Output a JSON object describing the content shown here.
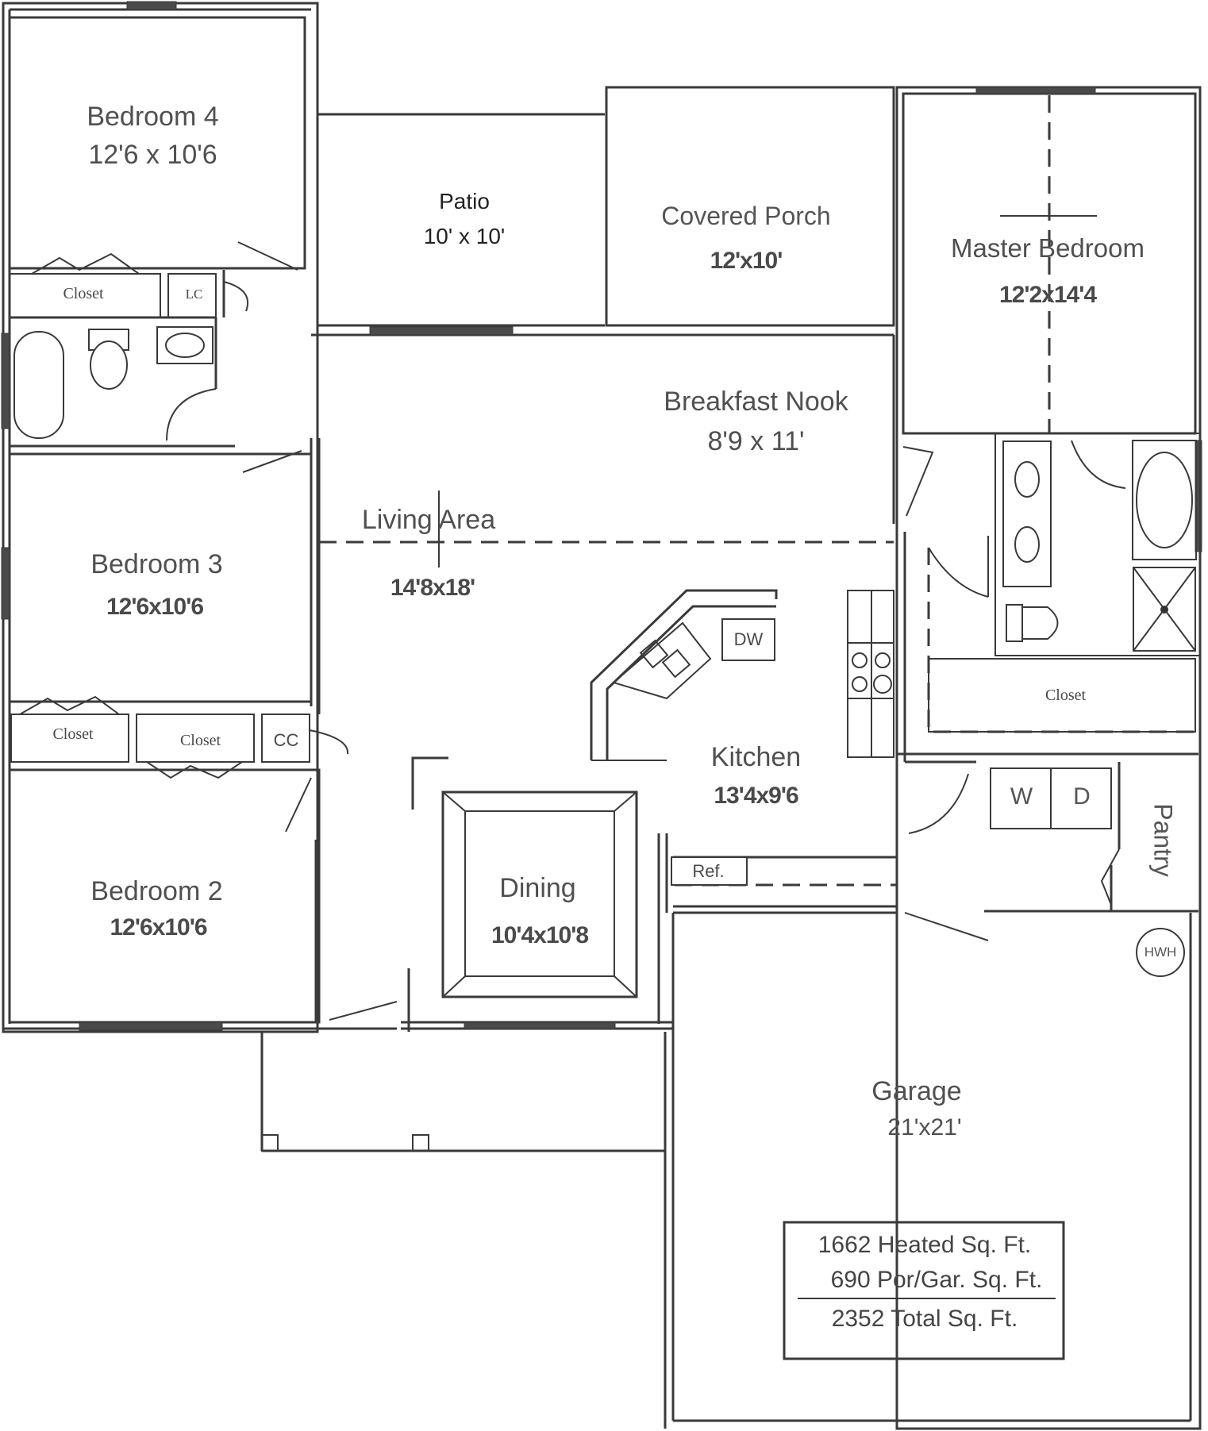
{
  "rooms": {
    "bedroom4": {
      "name": "Bedroom 4",
      "size": "12'6 x 10'6"
    },
    "patio": {
      "name": "Patio",
      "size": "10' x 10'"
    },
    "porch": {
      "name": "Covered Porch",
      "size": "12'x10'"
    },
    "master": {
      "name": "Master Bedroom",
      "size": "12'2x14'4"
    },
    "nook": {
      "name": "Breakfast Nook",
      "size": "8'9 x 11'"
    },
    "living": {
      "name": "Living Area",
      "size": "14'8x18'"
    },
    "bedroom3": {
      "name": "Bedroom 3",
      "size": "12'6x10'6"
    },
    "bedroom2": {
      "name": "Bedroom 2",
      "size": "12'6x10'6"
    },
    "kitchen": {
      "name": "Kitchen",
      "size": "13'4x9'6"
    },
    "dining": {
      "name": "Dining",
      "size": "10'4x10'8"
    },
    "garage": {
      "name": "Garage",
      "size": "21'x21'"
    }
  },
  "fixtures": {
    "closet_b4": "Closet",
    "lc": "LC",
    "closet_b3": "Closet",
    "closet_b2": "Closet",
    "cc": "CC",
    "closet_master": "Closet",
    "dw": "DW",
    "ref": "Ref.",
    "washer": "W",
    "dryer": "D",
    "pantry": "Pantry",
    "hwh": "HWH"
  },
  "summary": {
    "heated": "1662 Heated Sq. Ft.",
    "porch_garage": "690 Por/Gar. Sq. Ft.",
    "total": "2352 Total Sq. Ft."
  }
}
